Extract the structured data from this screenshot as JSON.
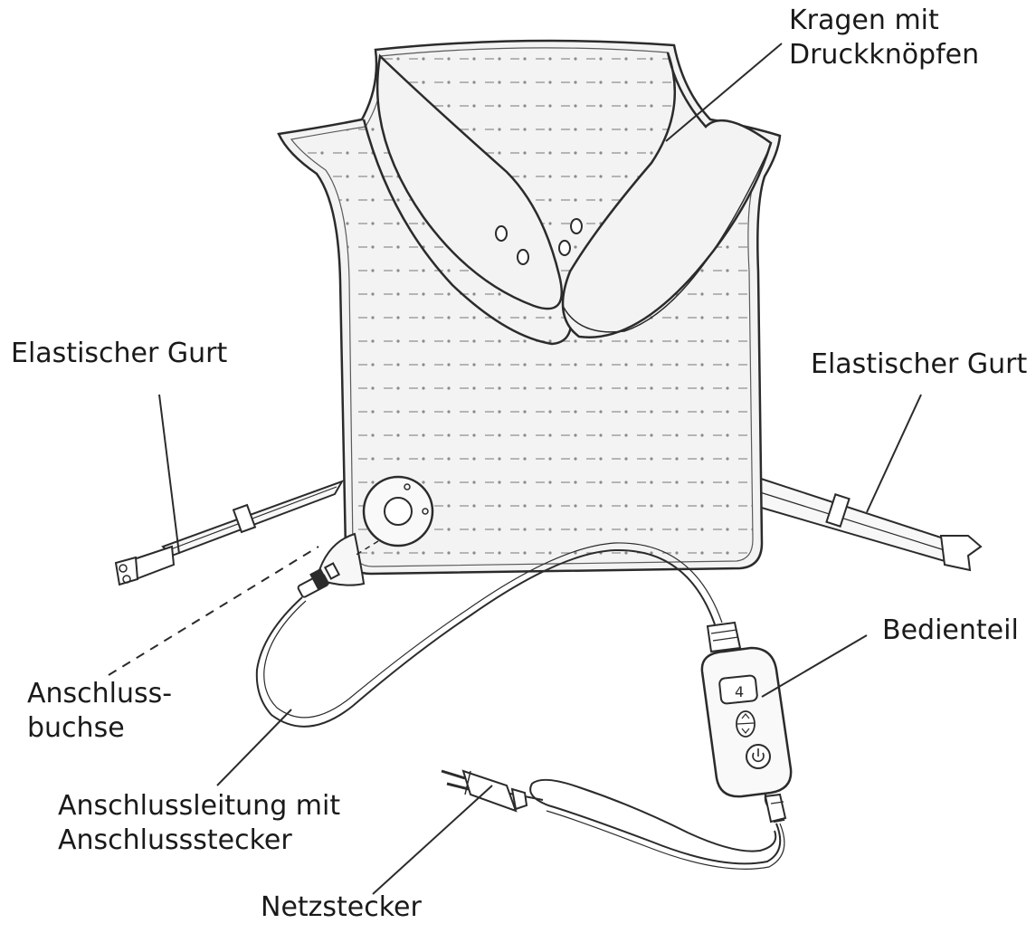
{
  "labels": {
    "collar": [
      "Kragen mit",
      "Druckknöpfen"
    ],
    "belt_left": "Elastischer Gurt",
    "belt_right": "Elastischer Gurt",
    "control_unit": "Bedienteil",
    "socket": [
      "Anschluss-",
      "buchse"
    ],
    "cable": [
      "Anschlussleitung mit",
      "Anschlussstecker"
    ],
    "mains_plug": "Netzstecker"
  },
  "controller_display": "4",
  "colors": {
    "line": "#2b2b2b",
    "pad_fill": "#f3f3f3",
    "stitch": "#9a9a9a",
    "label_text": "#1a1a1a"
  }
}
